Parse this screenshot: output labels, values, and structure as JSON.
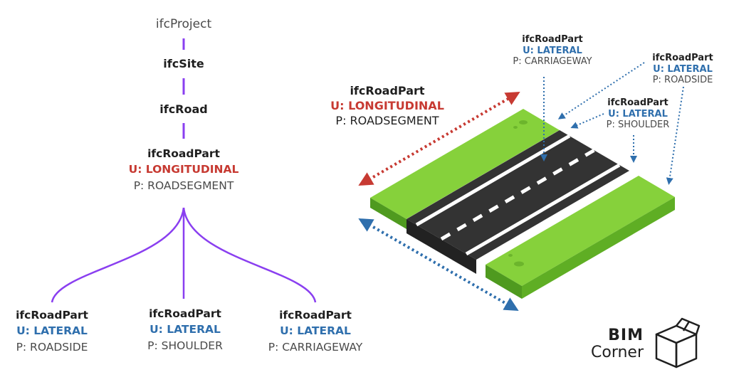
{
  "colors": {
    "lateral": "#2f6fad",
    "longitudinal": "#c73a32",
    "tree_line": "#8a3ff0",
    "grass": "#86d13b",
    "road": "#333333",
    "text": "#1f1f1f"
  },
  "tree": {
    "project": "ifcProject",
    "site": "ifcSite",
    "road": "ifcRoad",
    "parent": {
      "title": "ifcRoadPart",
      "usage": "U: LONGITUDINAL",
      "predefined": "P: ROADSEGMENT"
    },
    "children": [
      {
        "title": "ifcRoadPart",
        "usage": "U: LATERAL",
        "predefined": "P: ROADSIDE"
      },
      {
        "title": "ifcRoadPart",
        "usage": "U: LATERAL",
        "predefined": "P: SHOULDER"
      },
      {
        "title": "ifcRoadPart",
        "usage": "U: LATERAL",
        "predefined": "P: CARRIAGEWAY"
      }
    ]
  },
  "illustration": {
    "longitudinal": {
      "title": "ifcRoadPart",
      "usage": "U: LONGITUDINAL",
      "predefined": "P: ROADSEGMENT"
    },
    "carriageway": {
      "title": "ifcRoadPart",
      "usage": "U: LATERAL",
      "predefined": "P: CARRIAGEWAY"
    },
    "roadside": {
      "title": "ifcRoadPart",
      "usage": "U: LATERAL",
      "predefined": "P: ROADSIDE"
    },
    "shoulder": {
      "title": "ifcRoadPart",
      "usage": "U: LATERAL",
      "predefined": "P: SHOULDER"
    }
  },
  "logo": {
    "line1": "BIM",
    "line2": "Corner",
    "icon": "open-box-icon"
  }
}
